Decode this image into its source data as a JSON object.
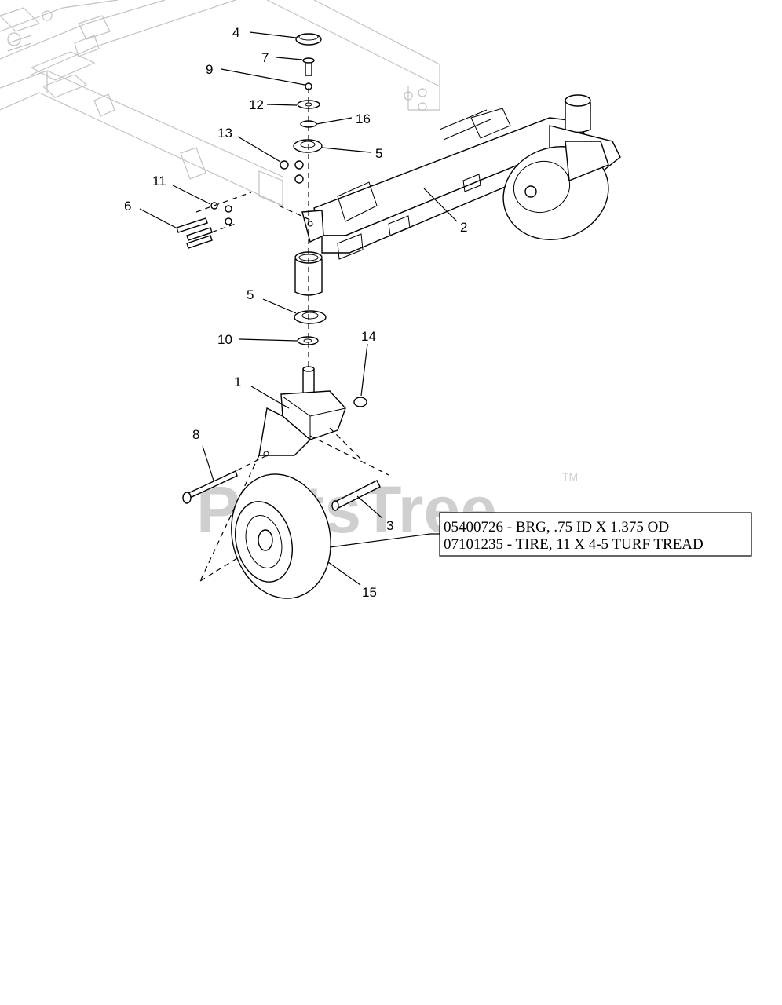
{
  "watermark": {
    "text": "PartsTree",
    "trademark": "TM"
  },
  "callouts": [
    "4",
    "7",
    "9",
    "12",
    "16",
    "13",
    "5",
    "11",
    "6",
    "2",
    "5",
    "10",
    "14",
    "1",
    "8",
    "3",
    "15"
  ],
  "note": {
    "line1": "05400726 - BRG, .75 ID X 1.375 OD",
    "line2": "07101235 - TIRE, 11 X 4-5 TURF TREAD"
  }
}
